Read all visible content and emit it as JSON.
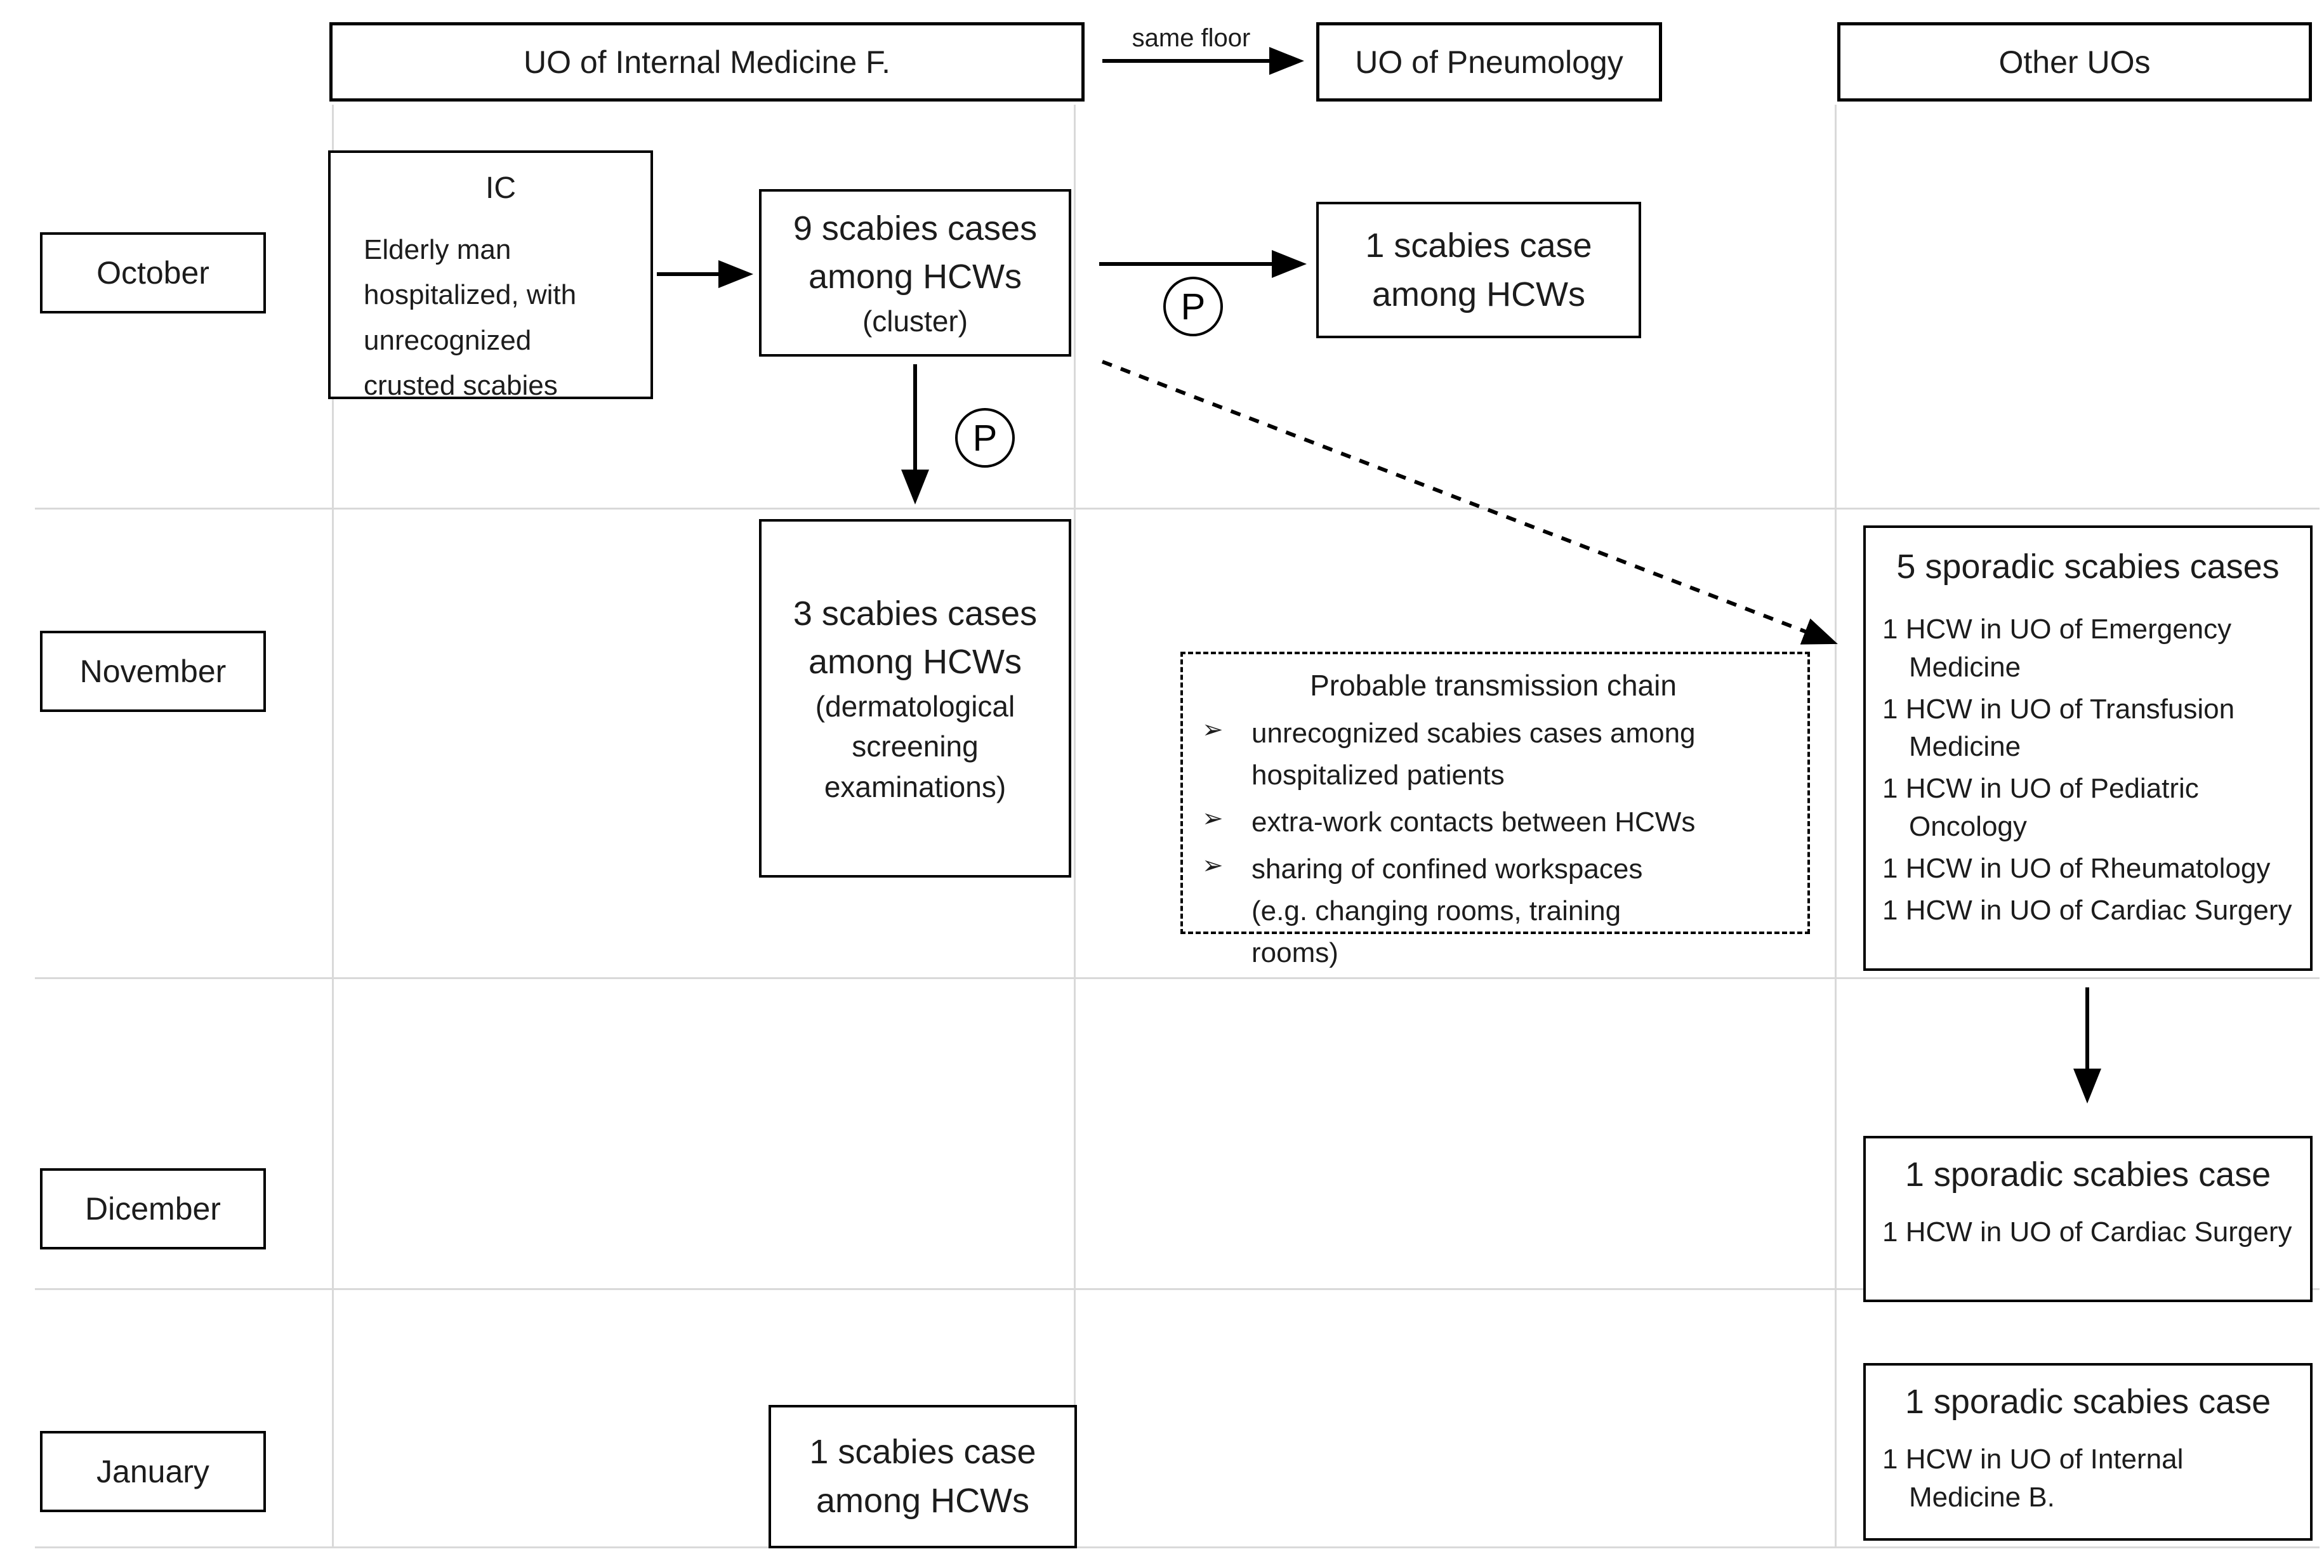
{
  "diagram": {
    "columns": {
      "internal_medicine": "UO of Internal Medicine F.",
      "pneumology": "UO of Pneumology",
      "other_uos": "Other UOs"
    },
    "months": [
      "October",
      "November",
      "Dicember",
      "January"
    ],
    "same_floor_label": "same floor",
    "p_label": "P",
    "colors": {
      "line": "#000000",
      "grid": "#d9d9d9",
      "background": "#ffffff"
    },
    "boxes": {
      "index_case": {
        "title": "IC",
        "lines": [
          "Elderly man",
          "hospitalized, with",
          "unrecognized",
          "crusted scabies"
        ]
      },
      "nine_cases": {
        "line1": "9 scabies cases",
        "line2": "among HCWs",
        "subtitle": "(cluster)"
      },
      "one_case_pneumology": {
        "line1": "1 scabies case",
        "line2": "among HCWs"
      },
      "three_cases": {
        "line1": "3 scabies cases",
        "line2": "among HCWs",
        "sub1": "(dermatological",
        "sub2": "screening",
        "sub3": "examinations)"
      },
      "transmission_chain": {
        "title": "Probable transmission chain",
        "bullet": "➢",
        "items": [
          "unrecognized scabies cases among hospitalized patients",
          "extra-work contacts between HCWs",
          "sharing of confined workspaces (e.g. changing rooms, training rooms)"
        ]
      },
      "five_sporadic": {
        "title": "5 sporadic scabies cases",
        "items": [
          "1 HCW in UO of Emergency Medicine",
          "1 HCW in UO of Transfusion Medicine",
          "1 HCW in UO of Pediatric Oncology",
          "1 HCW in UO of Rheumatology",
          "1 HCW in UO of Cardiac Surgery"
        ]
      },
      "december_sporadic": {
        "title": "1 sporadic scabies case",
        "item": "1 HCW in UO of Cardiac Surgery"
      },
      "january_case": {
        "line1": "1 scabies case",
        "line2": "among HCWs"
      },
      "january_sporadic": {
        "title": "1 sporadic scabies case",
        "item": "1 HCW in UO of Internal Medicine B."
      }
    }
  }
}
